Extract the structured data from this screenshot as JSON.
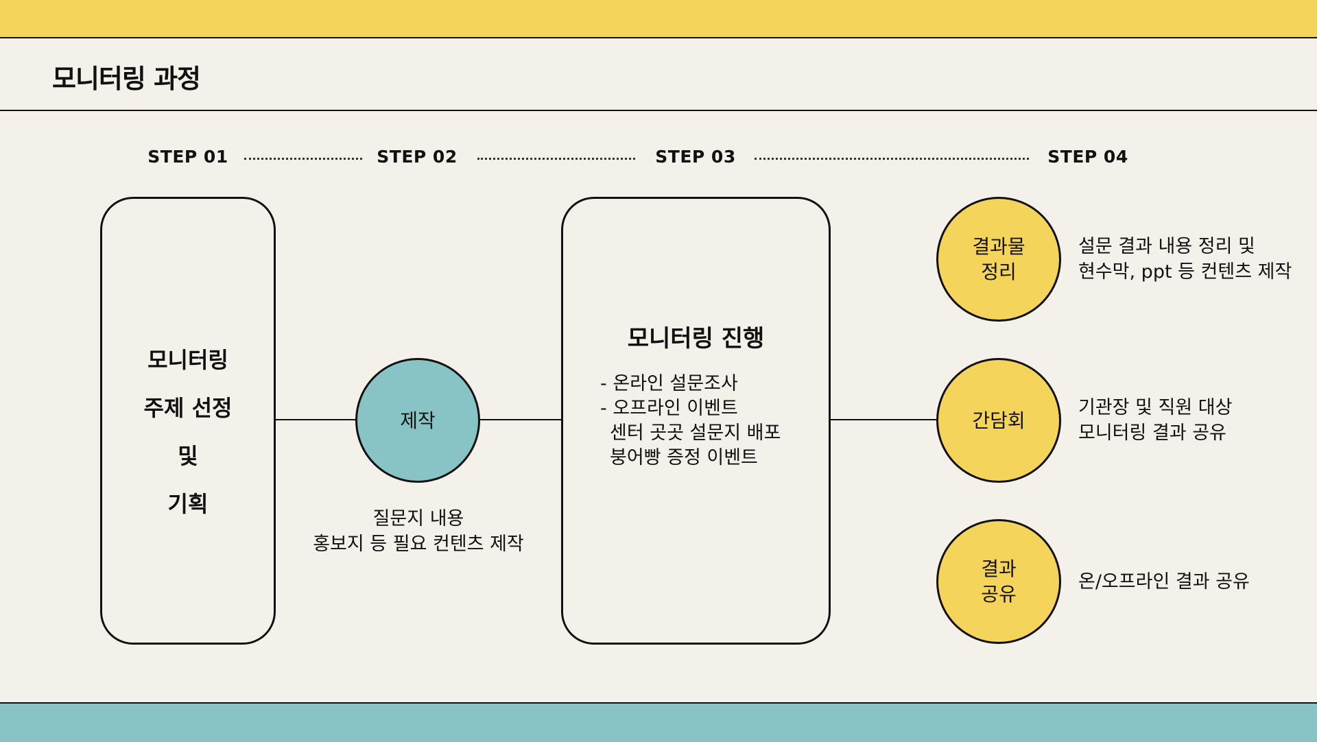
{
  "header": {
    "title": "모니터링 과정"
  },
  "steps": [
    "STEP 01",
    "STEP 02",
    "STEP 03",
    "STEP 04"
  ],
  "step1": {
    "lines": [
      "모니터링",
      "주제 선정",
      "및",
      "기획"
    ]
  },
  "step2": {
    "circle_label": "제작",
    "caption": [
      "질문지 내용",
      "홍보지 등 필요 컨텐츠 제작"
    ]
  },
  "step3": {
    "title": "모니터링 진행",
    "items": [
      "- 온라인 설문조사",
      "- 오프라인 이벤트",
      "  센터 곳곳 설문지 배포",
      "  붕어빵 증정 이벤트"
    ]
  },
  "step4": {
    "items": [
      {
        "circle": [
          "결과물",
          "정리"
        ],
        "desc": [
          "설문 결과 내용 정리 및",
          "현수막, ppt 등 컨텐츠 제작"
        ]
      },
      {
        "circle": [
          "간담회"
        ],
        "desc": [
          "기관장 및 직원 대상",
          "모니터링 결과 공유"
        ]
      },
      {
        "circle": [
          "결과",
          "공유"
        ],
        "desc": [
          "온/오프라인 결과 공유"
        ]
      }
    ]
  },
  "colors": {
    "yellow": "#f5d45b",
    "teal": "#88c4c6",
    "background": "#f4f0ea"
  }
}
